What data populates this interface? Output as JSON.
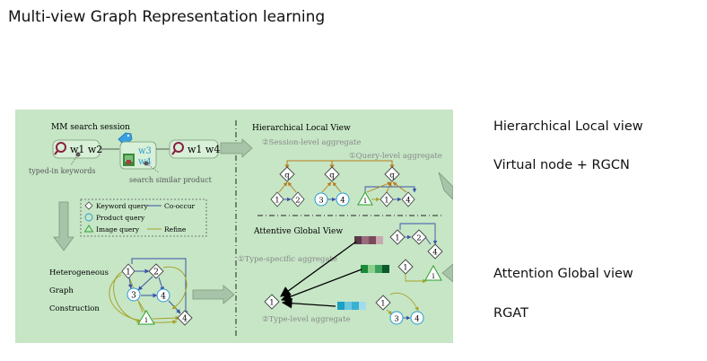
{
  "page": {
    "title": "Multi-view Graph Representation learning"
  },
  "annotations": [
    "Hierarchical Local view",
    "Virtual node + RGCN",
    "Attention Global view",
    "RGAT"
  ],
  "figure": {
    "session_title": "MM search session",
    "query1": "w1 w2",
    "query2_top": "w3",
    "query2_bottom": "w4",
    "query3": "w1 w4",
    "typed_in": "typed-in keywords",
    "search_similar": "search similar product",
    "legend": {
      "keyword_query": "Keyword query",
      "co_occur": "Co-occur",
      "product_query": "Product query",
      "image_query": "Image query",
      "refine": "Refine"
    },
    "hetero_1": "Heterogeneous",
    "hetero_2": "Graph",
    "hetero_3": "Construction",
    "local_view": "Hierarchical Local View",
    "session_agg": "②Session-level  aggregate",
    "query_agg": "①Query-level aggregate",
    "global_view": "Attentive Global View",
    "type_specific": "①Type-specific aggregate",
    "type_level": "②Type-level  aggregate",
    "q": "q",
    "n1": "1",
    "n2": "2",
    "n3": "3",
    "n4": "4",
    "ni": "i"
  },
  "colors": {
    "background": "#c6e6c6",
    "co_occur": "#3a52a8",
    "refine": "#a8a22a",
    "product": "#2a9ad0",
    "image": "#2aa02a",
    "aggregate": "#b87a1a",
    "magnifier": "#8a2040"
  }
}
